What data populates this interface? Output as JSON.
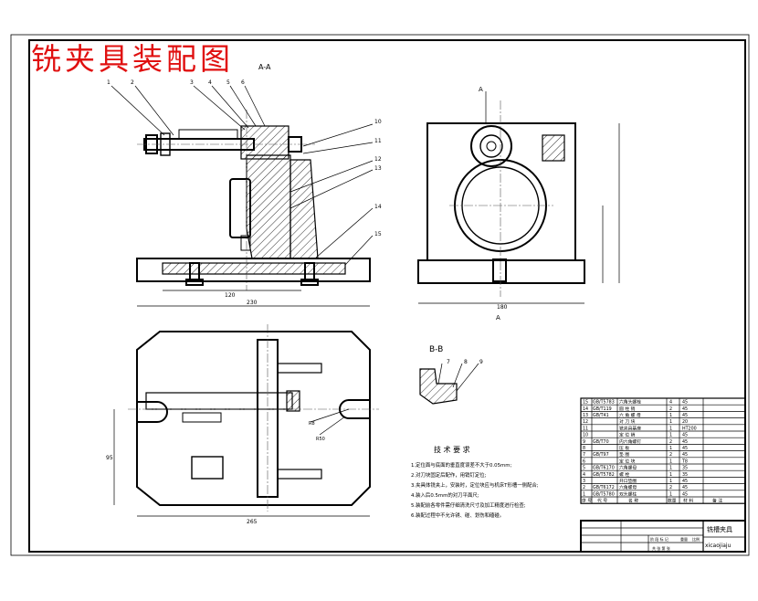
{
  "title": "铣夹具装配图",
  "views": {
    "section_aa_label": "A-A",
    "section_bb_label": "B-B",
    "section_mark_a": "A"
  },
  "balloons": [
    "1",
    "2",
    "3",
    "4",
    "5",
    "6",
    "10",
    "11",
    "12",
    "13",
    "14",
    "15",
    "7",
    "8",
    "9"
  ],
  "dimensions": {
    "front_width": "230",
    "front_inner": "120",
    "side_width": "180",
    "plan_width": "265",
    "plan_depth": "95",
    "plan_radius": "R50",
    "plan_angle": "R8"
  },
  "tech_requirements": {
    "heading": "技 术 要 求",
    "items": [
      "1.定位面与底面的垂直度误差不大于0.05mm;",
      "2.对刀块固定后配作，用销钉定位;",
      "3.夹具体铣夹上，安装时，定位块应与机床T形槽一侧配合;",
      "4.装入后0.5mm的对刀平面尺;",
      "5.装配前各零件需仔细清洗尺寸及加工精度进行检查;",
      "6.装配过程中不允许锈、碰、划伤和磕碰。"
    ]
  },
  "bom": {
    "rows": [
      [
        "15",
        "GB/T5783",
        "六角头螺栓",
        "4",
        "45"
      ],
      [
        "14",
        "GB/T119",
        "圆 柱 销",
        "2",
        "45"
      ],
      [
        "13",
        "GB/T41",
        "六 角 螺 母",
        "1",
        "45"
      ],
      [
        "12",
        "",
        "对 刀 块",
        "1",
        "20"
      ],
      [
        "11",
        "",
        "铣夹具基座",
        "1",
        "HT200"
      ],
      [
        "10",
        "",
        "定 位 销",
        "1",
        "45"
      ],
      [
        "9",
        "GB/T70",
        "内六角螺钉",
        "2",
        "45"
      ],
      [
        "8",
        "",
        "压 板",
        "1",
        "45"
      ],
      [
        "7",
        "GB/T97",
        "垫 圈",
        "2",
        "45"
      ],
      [
        "6",
        "",
        "定 位 块",
        "1",
        "T8"
      ],
      [
        "5",
        "GB/T6170",
        "六角螺母",
        "1",
        "35"
      ],
      [
        "4",
        "GB/T5782",
        "螺 栓",
        "1",
        "35"
      ],
      [
        "3",
        "",
        "开口垫圈",
        "1",
        "45"
      ],
      [
        "2",
        "GB/T6172",
        "六角螺母",
        "2",
        "45"
      ],
      [
        "1",
        "GB/T5780",
        "双头螺柱",
        "1",
        "45"
      ]
    ],
    "header": [
      "序 号",
      "代 号",
      "名 称",
      "数量",
      "材 料",
      "备 注"
    ],
    "drawing_name": "铣槽夹具",
    "drawing_code": "xicaojiaju",
    "stage_labels": [
      "阶 段 标 记",
      "重量",
      "比例"
    ],
    "sheet_label": "共 张 第 张"
  }
}
